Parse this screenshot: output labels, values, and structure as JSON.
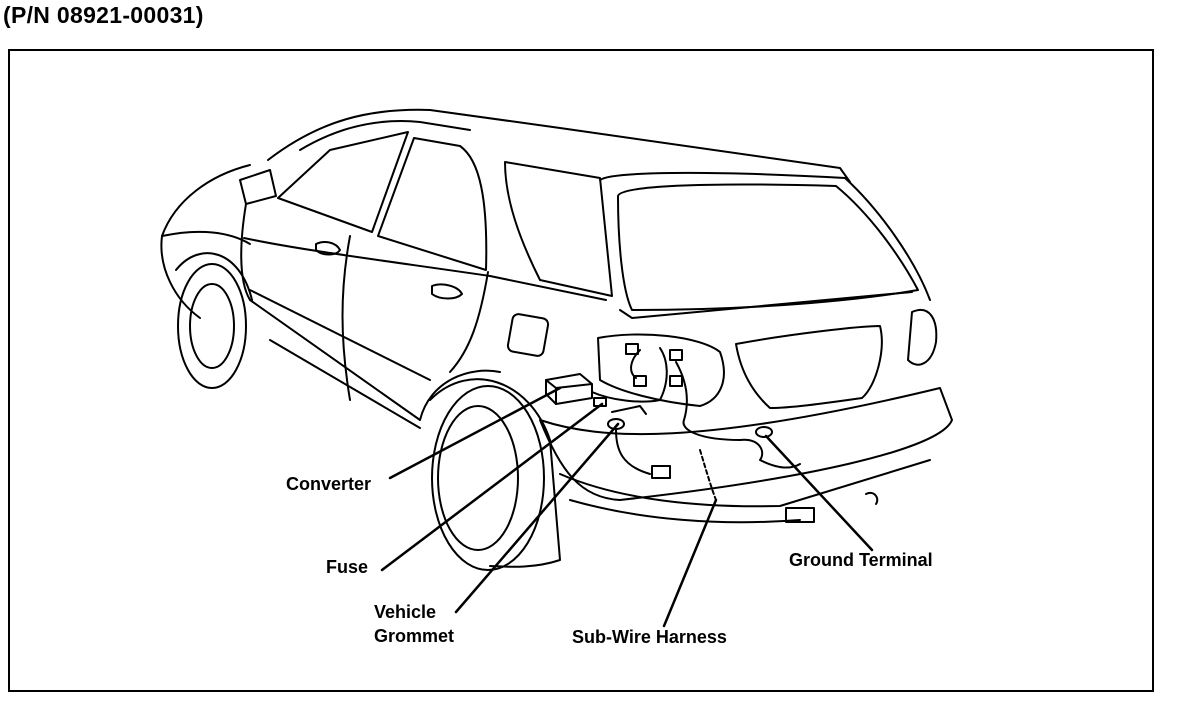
{
  "header": {
    "part_number": "(P/N 08921-00031)"
  },
  "callouts": {
    "converter": "Converter",
    "fuse": "Fuse",
    "vehicle_grommet": [
      "Vehicle",
      "Grommet"
    ],
    "sub_wire_harness": "Sub-Wire Harness",
    "ground_terminal": "Ground Terminal"
  },
  "illustration": {
    "subject": "rear three-quarter view of SUV showing trailer wiring converter installation"
  }
}
